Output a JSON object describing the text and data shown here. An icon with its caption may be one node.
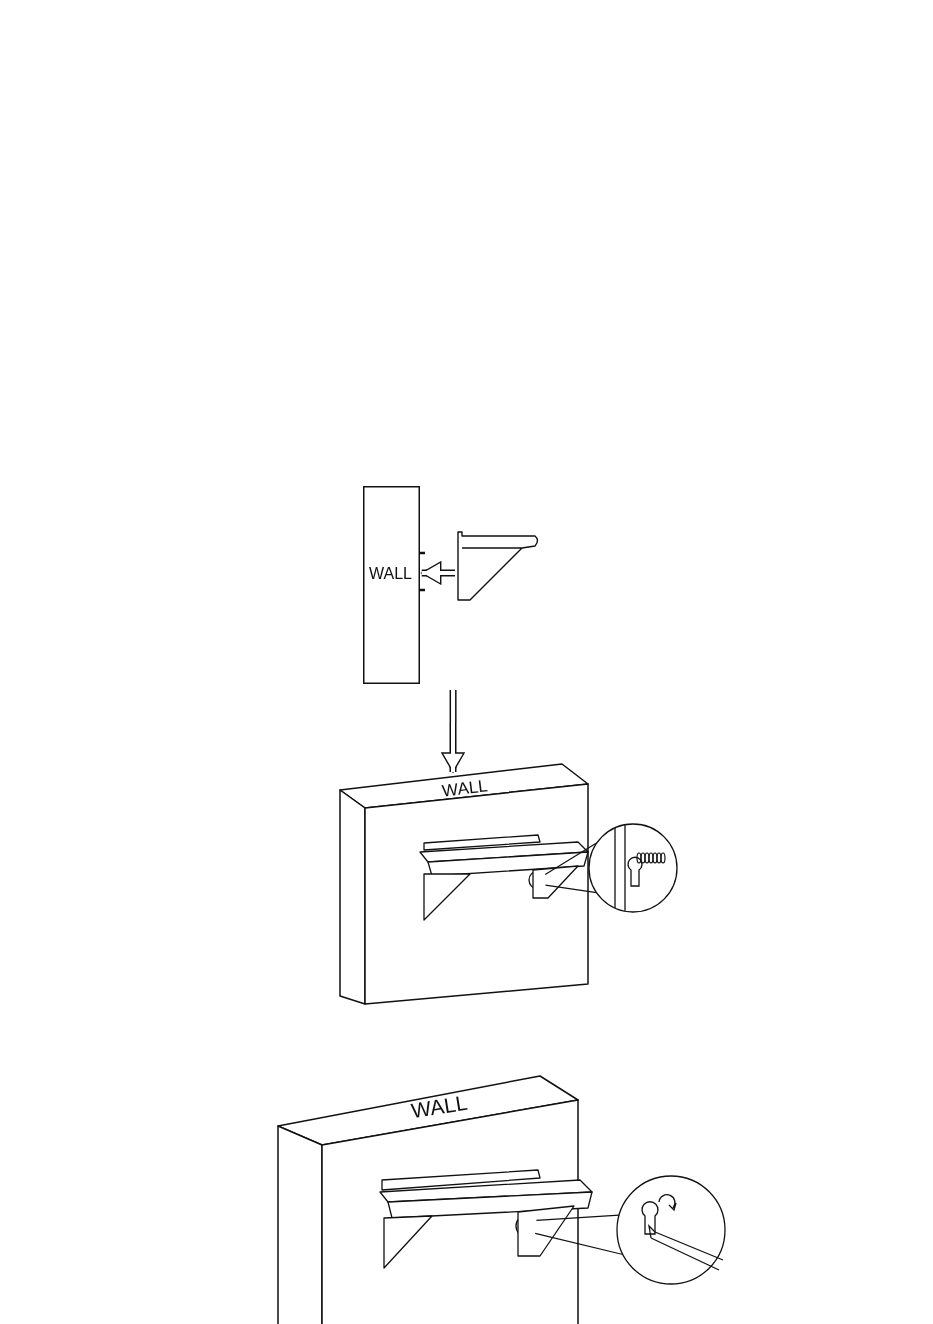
{
  "diagram": {
    "nodes": [
      {
        "text": [
          "WALL"
        ]
      },
      {
        "text": [],
        "shape": "bracket"
      },
      {
        "text": [
          "WALL"
        ]
      },
      {
        "text": [],
        "shape": "circle",
        "in": 2
      },
      {
        "text": [],
        "shape": "circle"
      },
      {
        "text": [
          "WALL"
        ]
      },
      {
        "text": [],
        "shape": "circle",
        "in": 5
      },
      {
        "text": [],
        "shape": "circle"
      }
    ],
    "edges": [
      {
        "from": 1,
        "to": 0,
        "arrow": "to",
        "style": "thick"
      },
      {
        "from": 0,
        "to": 2,
        "arrow": "to",
        "style": "thick"
      },
      {
        "from": 4,
        "to": 3,
        "arrow": "none"
      },
      {
        "from": 4,
        "to": 3,
        "arrow": "none"
      },
      {
        "from": 7,
        "to": 6,
        "arrow": "none"
      },
      {
        "from": 7,
        "to": 6,
        "arrow": "none"
      }
    ]
  }
}
